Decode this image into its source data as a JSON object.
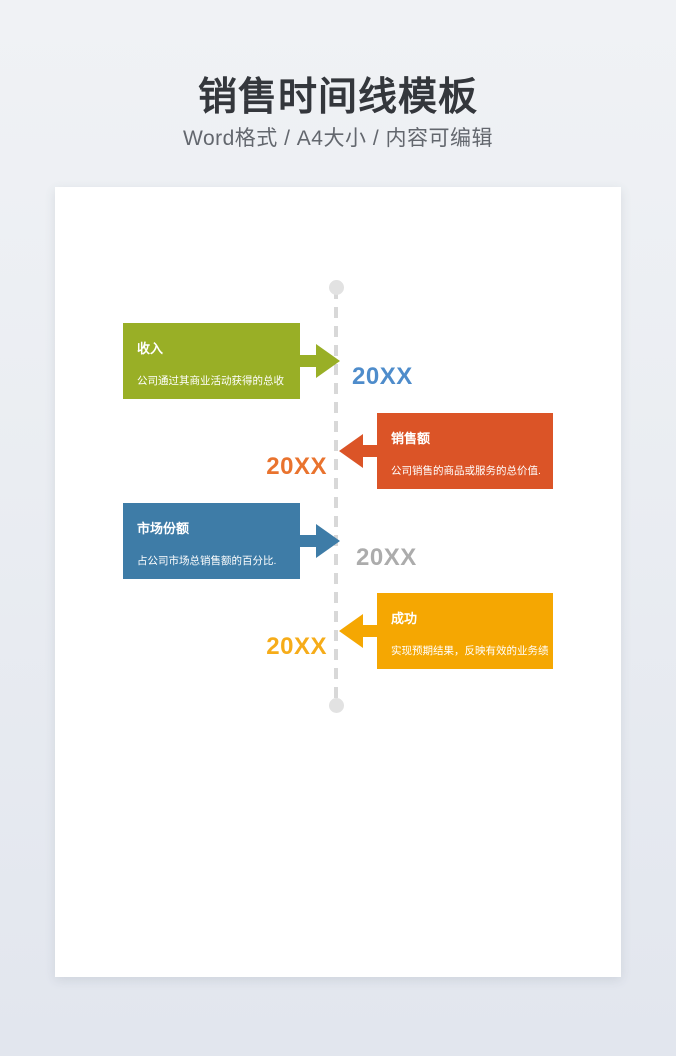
{
  "header": {
    "title": "销售时间线模板",
    "subtitle": "Word格式 / A4大小 / 内容可编辑"
  },
  "colors": {
    "background_top": "#f0f2f5",
    "background_bottom": "#e2e6ee",
    "sheet": "#ffffff",
    "title_text": "#34373c",
    "subtitle_text": "#63676e",
    "timeline_line": "#d8d8d8",
    "timeline_dot": "#e2e2e2"
  },
  "timeline": {
    "items": [
      {
        "side": "left",
        "year": "20XX",
        "year_color": "#4e8ccb",
        "title": "收入",
        "desc": "公司通过其商业活动获得的总收",
        "box_color": "#99af26"
      },
      {
        "side": "right",
        "year": "20XX",
        "year_color": "#e9732e",
        "title": "销售额",
        "desc": "公司销售的商品或服务的总价值.",
        "box_color": "#db5427"
      },
      {
        "side": "left",
        "year": "20XX",
        "year_color": "#acacac",
        "title": "市场份额",
        "desc": "占公司市场总销售额的百分比.",
        "box_color": "#3e7ca7"
      },
      {
        "side": "right",
        "year": "20XX",
        "year_color": "#f6ac19",
        "title": "成功",
        "desc": "实现预期结果，反映有效的业务绩",
        "box_color": "#f5a702"
      }
    ]
  }
}
